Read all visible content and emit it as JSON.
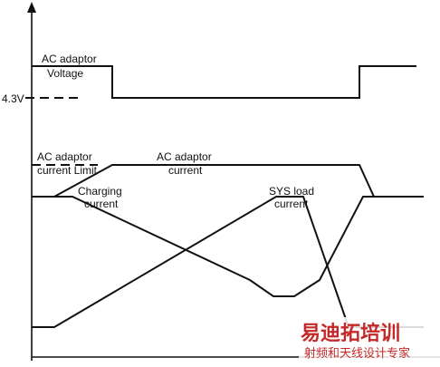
{
  "labels": {
    "ac_adaptor_voltage_line1": "AC adaptor",
    "ac_adaptor_voltage_line2": "Voltage",
    "voltage_level": "4.3V",
    "ac_adaptor_current_limit_line1": "AC adaptor",
    "ac_adaptor_current_limit_line2": "current Limit",
    "ac_adaptor_current_line1": "AC adaptor",
    "ac_adaptor_current_line2": "current",
    "charging_current_line1": "Charging",
    "charging_current_line2": "current",
    "sys_load_current_line1": "SYS load",
    "sys_load_current_line2": "current"
  },
  "watermark": {
    "title": "易迪拓培训",
    "subtitle": "射频和天线设计专家",
    "color": "#c62828"
  },
  "colors": {
    "line": "#111111",
    "background": "#ffffff"
  }
}
